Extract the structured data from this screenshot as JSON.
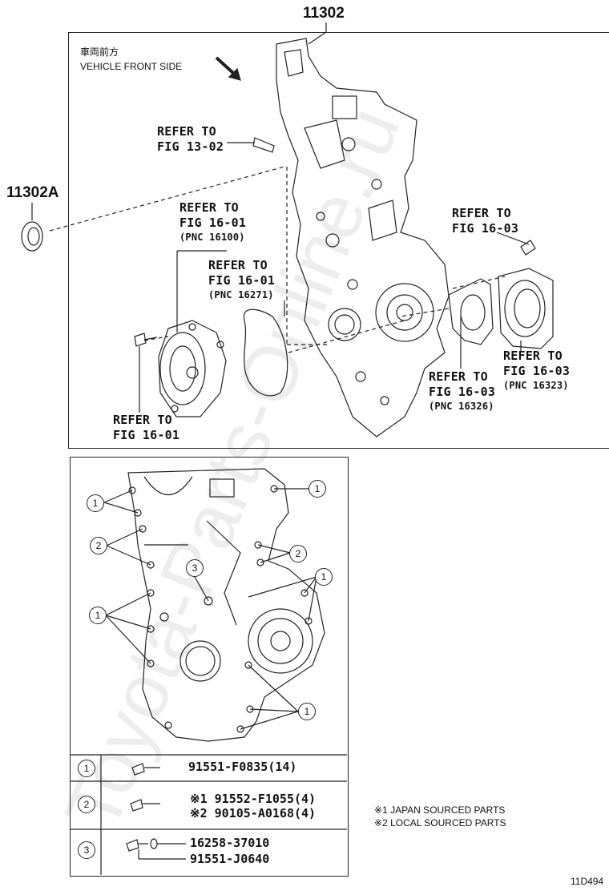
{
  "main_part_no": "11302",
  "seal_part_no": "11302A",
  "vehicle_front_jp": "車両前方",
  "vehicle_front_en": "VEHICLE FRONT SIDE",
  "refs": {
    "r1": {
      "l1": "REFER TO",
      "l2": "FIG 13-02"
    },
    "r2": {
      "l1": "REFER TO",
      "l2": "FIG 16-01",
      "pnc": "(PNC 16100)"
    },
    "r3": {
      "l1": "REFER TO",
      "l2": "FIG 16-01",
      "pnc": "(PNC 16271)"
    },
    "r4": {
      "l1": "REFER TO",
      "l2": "FIG 16-01"
    },
    "r5": {
      "l1": "REFER TO",
      "l2": "FIG 16-03"
    },
    "r6": {
      "l1": "REFER TO",
      "l2": "FIG 16-03",
      "pnc": "(PNC 16326)"
    },
    "r7": {
      "l1": "REFER TO",
      "l2": "FIG 16-03",
      "pnc": "(PNC 16323)"
    }
  },
  "callouts": [
    "1",
    "2",
    "3"
  ],
  "table": [
    {
      "num": "1",
      "parts": [
        "91551-F0835(14)"
      ]
    },
    {
      "num": "2",
      "parts": [
        "※1 91552-F1055(4)",
        "※2 90105-A0168(4)"
      ]
    },
    {
      "num": "3",
      "parts": [
        "16258-37010",
        "91551-J0640"
      ]
    }
  ],
  "notes": [
    "※1 JAPAN SOURCED PARTS",
    "※2 LOCAL SOURCED PARTS"
  ],
  "figure_code": "11D494",
  "watermark": "Toyota-Parts-Online.ru"
}
